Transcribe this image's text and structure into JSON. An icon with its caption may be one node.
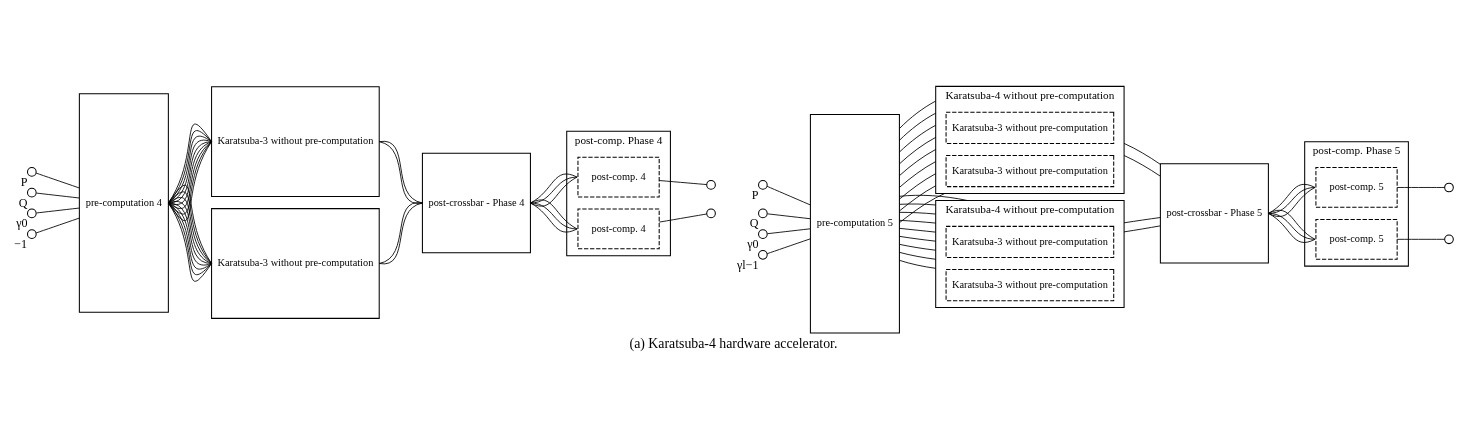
{
  "diagram": {
    "caption": "(a) Karatsuba-4 hardware accelerator.",
    "nodes": [
      {
        "text": [],
        "shape": "circle",
        "beside": [
          "P"
        ]
      },
      {
        "text": [],
        "shape": "circle",
        "beside": [
          "Q"
        ]
      },
      {
        "text": [],
        "shape": "circle",
        "beside": [
          "γ0"
        ]
      },
      {
        "text": [],
        "shape": "circle",
        "beside": [
          "−1"
        ]
      },
      {
        "text": [
          "pre-computation 4"
        ]
      },
      {
        "text": [
          "Karatsuba-3 without pre-computation"
        ]
      },
      {
        "text": [
          "Karatsuba-3 without pre-computation"
        ]
      },
      {
        "text": [
          "post-crossbar - Phase 4"
        ]
      },
      {
        "text": [
          "post-comp. Phase 4"
        ]
      },
      {
        "text": [
          "post-comp. 4"
        ],
        "in": 8
      },
      {
        "text": [
          "post-comp. 4"
        ],
        "in": 8
      },
      {
        "text": [],
        "shape": "circle"
      },
      {
        "text": [],
        "shape": "circle"
      },
      {
        "text": [],
        "shape": "circle",
        "beside": [
          "P"
        ]
      },
      {
        "text": [],
        "shape": "circle",
        "beside": [
          "Q"
        ]
      },
      {
        "text": [],
        "shape": "circle",
        "beside": [
          "γ0"
        ]
      },
      {
        "text": [],
        "shape": "circle",
        "beside": [
          "γl−1"
        ]
      },
      {
        "text": [
          "pre-computation 5"
        ]
      },
      {
        "text": [
          "Karatsuba-4 without pre-computation"
        ]
      },
      {
        "text": [
          "Karatsuba-3 without pre-computation"
        ],
        "in": 18
      },
      {
        "text": [
          "Karatsuba-3 without pre-computation"
        ],
        "in": 18
      },
      {
        "text": [
          "Karatsuba-4 without pre-computation"
        ]
      },
      {
        "text": [
          "Karatsuba-3 without pre-computation"
        ],
        "in": 21
      },
      {
        "text": [
          "Karatsuba-3 without pre-computation"
        ],
        "in": 21
      },
      {
        "text": [
          "post-crossbar - Phase 5"
        ]
      },
      {
        "text": [
          "post-comp. Phase 5"
        ]
      },
      {
        "text": [
          "post-comp. 5"
        ],
        "in": 25
      },
      {
        "text": [
          "post-comp. 5"
        ],
        "in": 25
      },
      {
        "text": [],
        "shape": "circle"
      },
      {
        "text": [],
        "shape": "circle"
      }
    ],
    "edges": [
      {
        "from": 0,
        "to": 4,
        "arrow": "none"
      },
      {
        "from": 1,
        "to": 4,
        "arrow": "none"
      },
      {
        "from": 2,
        "to": 4,
        "arrow": "none"
      },
      {
        "from": 3,
        "to": 4,
        "arrow": "none"
      },
      {
        "from": 4,
        "to": 5,
        "arrow": "none"
      },
      {
        "from": 4,
        "to": 5,
        "arrow": "none"
      },
      {
        "from": 4,
        "to": 5,
        "arrow": "none"
      },
      {
        "from": 4,
        "to": 5,
        "arrow": "none"
      },
      {
        "from": 4,
        "to": 5,
        "arrow": "none"
      },
      {
        "from": 4,
        "to": 5,
        "arrow": "none"
      },
      {
        "from": 4,
        "to": 5,
        "arrow": "none"
      },
      {
        "from": 4,
        "to": 5,
        "arrow": "none"
      },
      {
        "from": 4,
        "to": 5,
        "arrow": "none"
      },
      {
        "from": 4,
        "to": 6,
        "arrow": "none"
      },
      {
        "from": 4,
        "to": 6,
        "arrow": "none"
      },
      {
        "from": 4,
        "to": 6,
        "arrow": "none"
      },
      {
        "from": 4,
        "to": 6,
        "arrow": "none"
      },
      {
        "from": 4,
        "to": 6,
        "arrow": "none"
      },
      {
        "from": 4,
        "to": 6,
        "arrow": "none"
      },
      {
        "from": 4,
        "to": 6,
        "arrow": "none"
      },
      {
        "from": 4,
        "to": 6,
        "arrow": "none"
      },
      {
        "from": 4,
        "to": 6,
        "arrow": "none"
      },
      {
        "from": 5,
        "to": 7,
        "arrow": "none"
      },
      {
        "from": 5,
        "to": 7,
        "arrow": "none"
      },
      {
        "from": 6,
        "to": 7,
        "arrow": "none"
      },
      {
        "from": 6,
        "to": 7,
        "arrow": "none"
      },
      {
        "from": 7,
        "to": 9,
        "arrow": "none"
      },
      {
        "from": 7,
        "to": 9,
        "arrow": "none"
      },
      {
        "from": 7,
        "to": 9,
        "arrow": "none"
      },
      {
        "from": 7,
        "to": 10,
        "arrow": "none"
      },
      {
        "from": 7,
        "to": 10,
        "arrow": "none"
      },
      {
        "from": 7,
        "to": 10,
        "arrow": "none"
      },
      {
        "from": 9,
        "to": 11,
        "arrow": "none"
      },
      {
        "from": 10,
        "to": 12,
        "arrow": "none"
      },
      {
        "from": 13,
        "to": 17,
        "arrow": "none"
      },
      {
        "from": 14,
        "to": 17,
        "arrow": "none"
      },
      {
        "from": 15,
        "to": 17,
        "arrow": "none"
      },
      {
        "from": 16,
        "to": 17,
        "arrow": "none"
      },
      {
        "from": 17,
        "to": 18,
        "arrow": "none"
      },
      {
        "from": 17,
        "to": 18,
        "arrow": "none"
      },
      {
        "from": 17,
        "to": 18,
        "arrow": "none"
      },
      {
        "from": 17,
        "to": 18,
        "arrow": "none"
      },
      {
        "from": 17,
        "to": 18,
        "arrow": "none"
      },
      {
        "from": 17,
        "to": 18,
        "arrow": "none"
      },
      {
        "from": 17,
        "to": 18,
        "arrow": "none"
      },
      {
        "from": 17,
        "to": 18,
        "arrow": "none"
      },
      {
        "from": 17,
        "to": 18,
        "arrow": "none"
      },
      {
        "from": 17,
        "to": 21,
        "arrow": "none"
      },
      {
        "from": 17,
        "to": 21,
        "arrow": "none"
      },
      {
        "from": 17,
        "to": 21,
        "arrow": "none"
      },
      {
        "from": 17,
        "to": 21,
        "arrow": "none"
      },
      {
        "from": 17,
        "to": 21,
        "arrow": "none"
      },
      {
        "from": 17,
        "to": 21,
        "arrow": "none"
      },
      {
        "from": 17,
        "to": 21,
        "arrow": "none"
      },
      {
        "from": 17,
        "to": 21,
        "arrow": "none"
      },
      {
        "from": 17,
        "to": 21,
        "arrow": "none"
      },
      {
        "from": 18,
        "to": 24,
        "arrow": "none"
      },
      {
        "from": 18,
        "to": 24,
        "arrow": "none"
      },
      {
        "from": 21,
        "to": 24,
        "arrow": "none"
      },
      {
        "from": 21,
        "to": 24,
        "arrow": "none"
      },
      {
        "from": 24,
        "to": 26,
        "arrow": "none"
      },
      {
        "from": 24,
        "to": 26,
        "arrow": "none"
      },
      {
        "from": 24,
        "to": 26,
        "arrow": "none"
      },
      {
        "from": 24,
        "to": 27,
        "arrow": "none"
      },
      {
        "from": 24,
        "to": 27,
        "arrow": "none"
      },
      {
        "from": 24,
        "to": 27,
        "arrow": "none"
      },
      {
        "from": 26,
        "to": 28,
        "arrow": "none"
      },
      {
        "from": 27,
        "to": 29,
        "arrow": "none"
      }
    ]
  }
}
